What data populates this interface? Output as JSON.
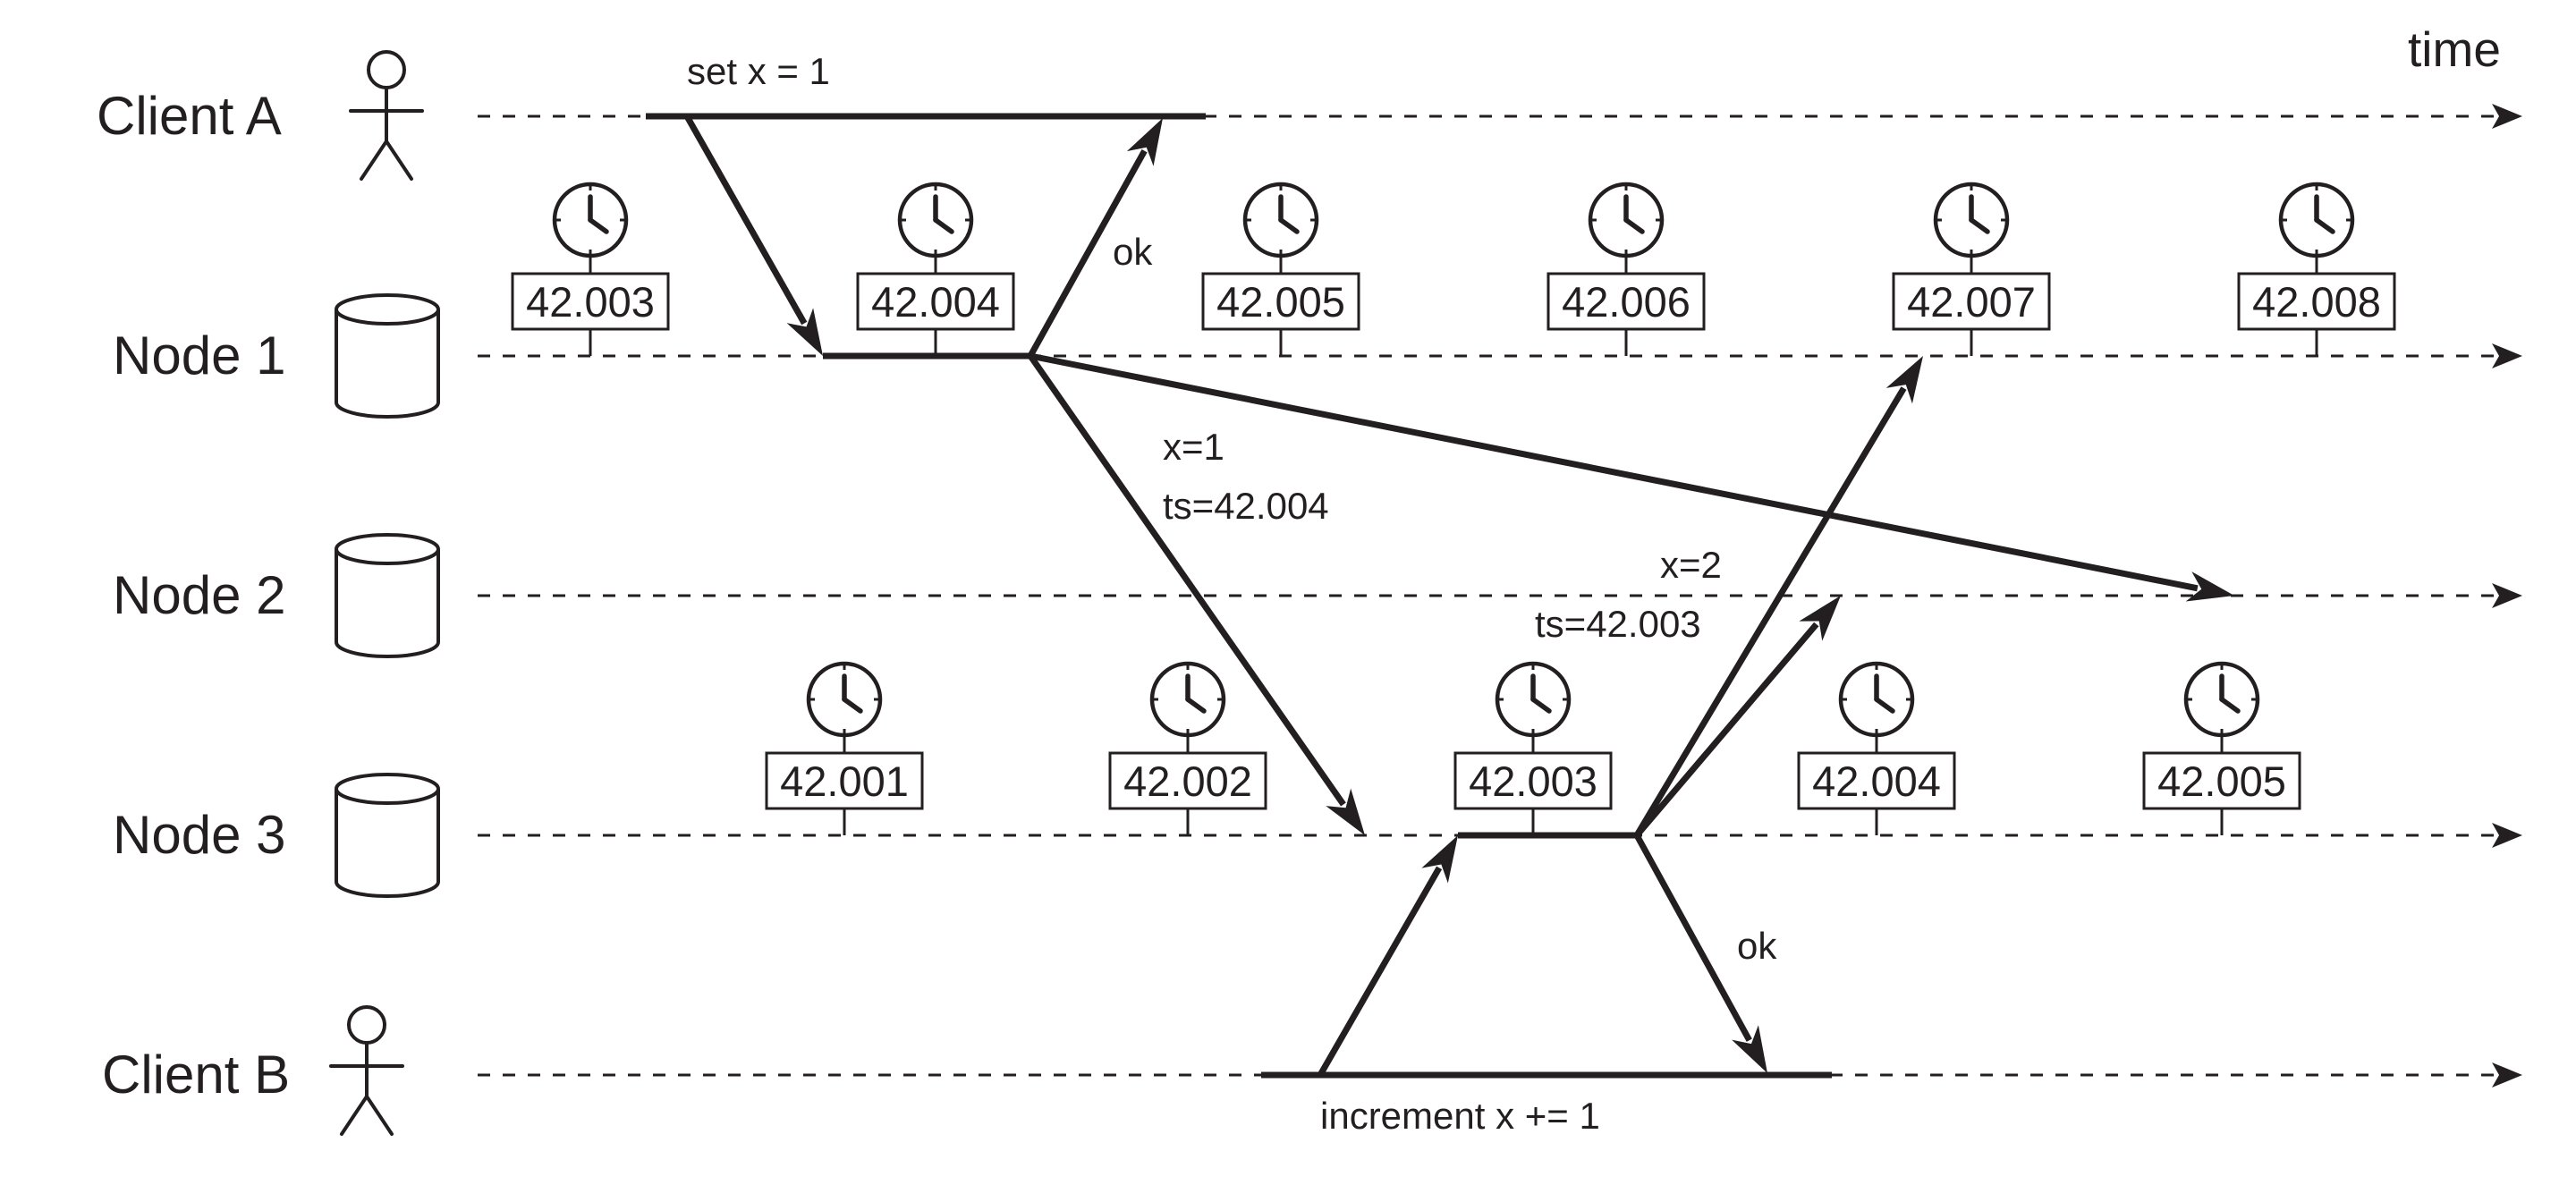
{
  "participants": [
    {
      "id": "client-a",
      "label": "Client A",
      "kind": "client"
    },
    {
      "id": "node-1",
      "label": "Node 1",
      "kind": "node"
    },
    {
      "id": "node-2",
      "label": "Node 2",
      "kind": "node"
    },
    {
      "id": "node-3",
      "label": "Node 3",
      "kind": "node"
    },
    {
      "id": "client-b",
      "label": "Client B",
      "kind": "client"
    }
  ],
  "time_label": "time",
  "clocks": {
    "node_1": [
      "42.003",
      "42.004",
      "42.005",
      "42.006",
      "42.007",
      "42.008"
    ],
    "node_3": [
      "42.001",
      "42.002",
      "42.003",
      "42.004",
      "42.005"
    ]
  },
  "messages": {
    "client_a_op": "set x = 1",
    "client_a_ok": "ok",
    "replicate_1_value": "x=1",
    "replicate_1_ts": "ts=42.004",
    "replicate_2_value": "x=2",
    "replicate_2_ts": "ts=42.003",
    "client_b_op": "increment x += 1",
    "client_b_ok": "ok"
  },
  "icons": {
    "client": "stick-figure-icon",
    "node": "database-cylinder-icon",
    "clock": "clock-icon"
  }
}
